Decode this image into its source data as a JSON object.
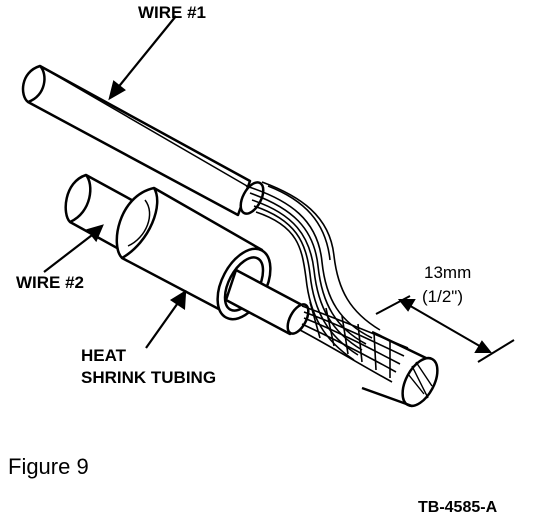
{
  "labels": {
    "wire1": "WIRE #1",
    "wire2": "WIRE #2",
    "tubing_line1": "HEAT",
    "tubing_line2": "SHRINK TUBING",
    "dim_metric": "13mm",
    "dim_imperial": "(1/2\")"
  },
  "caption": "Figure 9",
  "figure_code": "TB-4585-A",
  "colors": {
    "ink": "#000000",
    "paper": "#ffffff"
  }
}
